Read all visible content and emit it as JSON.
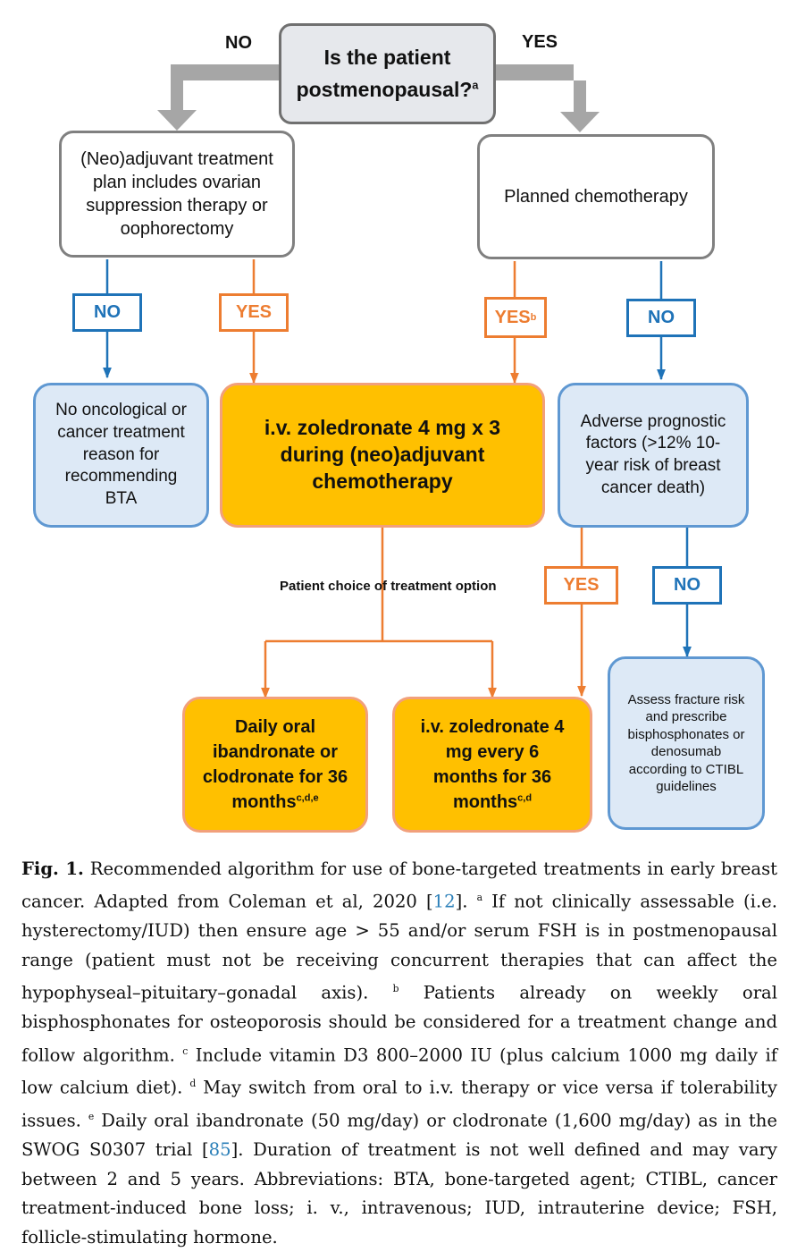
{
  "diagram": {
    "root": {
      "text": "Is the patient postmenopausal?",
      "note": "a"
    },
    "root_no": "NO",
    "root_yes": "YES",
    "left_question": "(Neo)adjuvant treatment plan includes ovarian suppression therapy or oophorectomy",
    "right_question": "Planned chemotherapy",
    "lbl_left_no": "NO",
    "lbl_left_yes": "YES",
    "lbl_right_yes": {
      "text": "YES",
      "note": "b"
    },
    "lbl_right_no": "NO",
    "no_reason": "No oncological or cancer treatment reason for recommending BTA",
    "zoledronate_main": "i.v. zoledronate 4 mg x 3 during (neo)adjuvant chemotherapy",
    "adverse": "Adverse prognostic factors (>12% 10-year risk of breast cancer death)",
    "patient_choice": "Patient choice of treatment option",
    "lbl_adverse_yes": "YES",
    "lbl_adverse_no": "NO",
    "oral_option": {
      "text": "Daily oral ibandronate or clodronate for 36 months",
      "note": "c,d,e"
    },
    "iv_option": {
      "text": "i.v. zoledronate 4 mg every 6 months for 36 months",
      "note": "c,d"
    },
    "assess": "Assess fracture risk and prescribe bisphosphonates or denosumab according to CTIBL guidelines"
  },
  "caption": {
    "fig_label": "Fig. 1.",
    "seg1": " Recommended algorithm for use of bone-targeted treatments in early breast cancer. Adapted from Coleman et al, 2020 [",
    "ref1": "12",
    "seg2": "]. ",
    "sup_a": "a",
    "seg3": " If not clinically assessable (i.e. hysterectomy/IUD) then ensure age > 55 and/or serum FSH is in postmenopausal range (patient must not be receiving concurrent therapies that can affect the hypophyseal–pituitary–gonadal axis). ",
    "sup_b": "b",
    "seg4": " Patients already on weekly oral bisphosphonates for osteoporosis should be considered for a treatment change and follow algorithm. ",
    "sup_c": "c",
    "seg5": " Include vitamin D3 800–2000 IU (plus calcium 1000 mg daily if low calcium diet). ",
    "sup_d": "d",
    "seg6": " May switch from oral to i.v. therapy or vice versa if tolerability issues. ",
    "sup_e": "e",
    "seg7": " Daily oral ibandronate (50 mg/day) or clodronate (1,600 mg/day) as in the SWOG S0307 trial [",
    "ref2": "85",
    "seg8": "]. Duration of treatment is not well defined and may vary between 2 and 5 years. Abbreviations: BTA, bone-targeted agent; CTIBL, cancer treatment-induced bone loss; i. v., intravenous; IUD, intrauterine device; FSH, follicle-stimulating hormone."
  }
}
